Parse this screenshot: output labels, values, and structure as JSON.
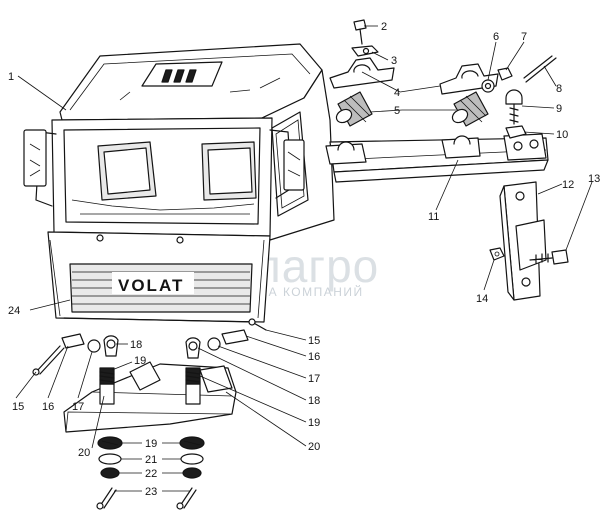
{
  "brand_badge": "VOLAT",
  "watermark": {
    "main": "белагро",
    "sub": "ГРУППА КОМПАНИЙ"
  },
  "callouts": [
    "1",
    "2",
    "3",
    "4",
    "5",
    "6",
    "7",
    "8",
    "9",
    "10",
    "11",
    "12",
    "13",
    "14",
    "15",
    "16",
    "17",
    "18",
    "19",
    "20",
    "21",
    "22",
    "23",
    "24"
  ]
}
